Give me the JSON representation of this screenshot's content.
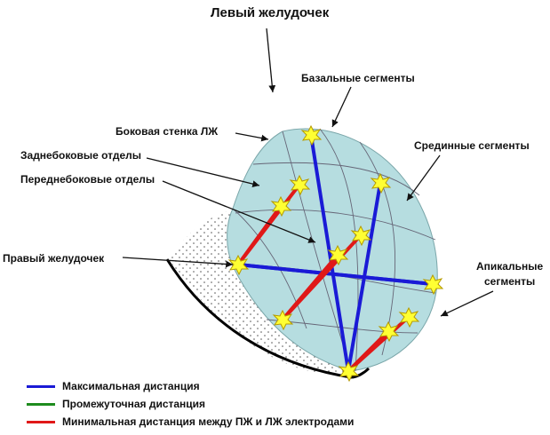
{
  "diagram": {
    "title": "Левый желудочек",
    "labels": {
      "basal": "Базальные сегменты",
      "lateral_wall": "Боковая стенка ЛЖ",
      "middle": "Срединные сегменты",
      "posterolateral": "Заднебоковые отделы",
      "anterolateral": "Переднебоковые отделы",
      "right_ventricle": "Правый желудочек",
      "apical_line1": "Апикальные",
      "apical_line2": "сегменты"
    },
    "colors": {
      "ventricle_fill": "#b6dde0",
      "max_distance": "#1a1ad6",
      "intermediate_distance": "#1e8c1e",
      "min_distance": "#e01818",
      "electrode": "#ffff33"
    }
  },
  "legend": [
    {
      "label": "Максимальная дистанция",
      "color": "#1a1ad6"
    },
    {
      "label": "Промежуточная дистанция",
      "color": "#1e8c1e"
    },
    {
      "label": "Минимальная дистанция между ПЖ и ЛЖ электродами",
      "color": "#e01818"
    }
  ]
}
